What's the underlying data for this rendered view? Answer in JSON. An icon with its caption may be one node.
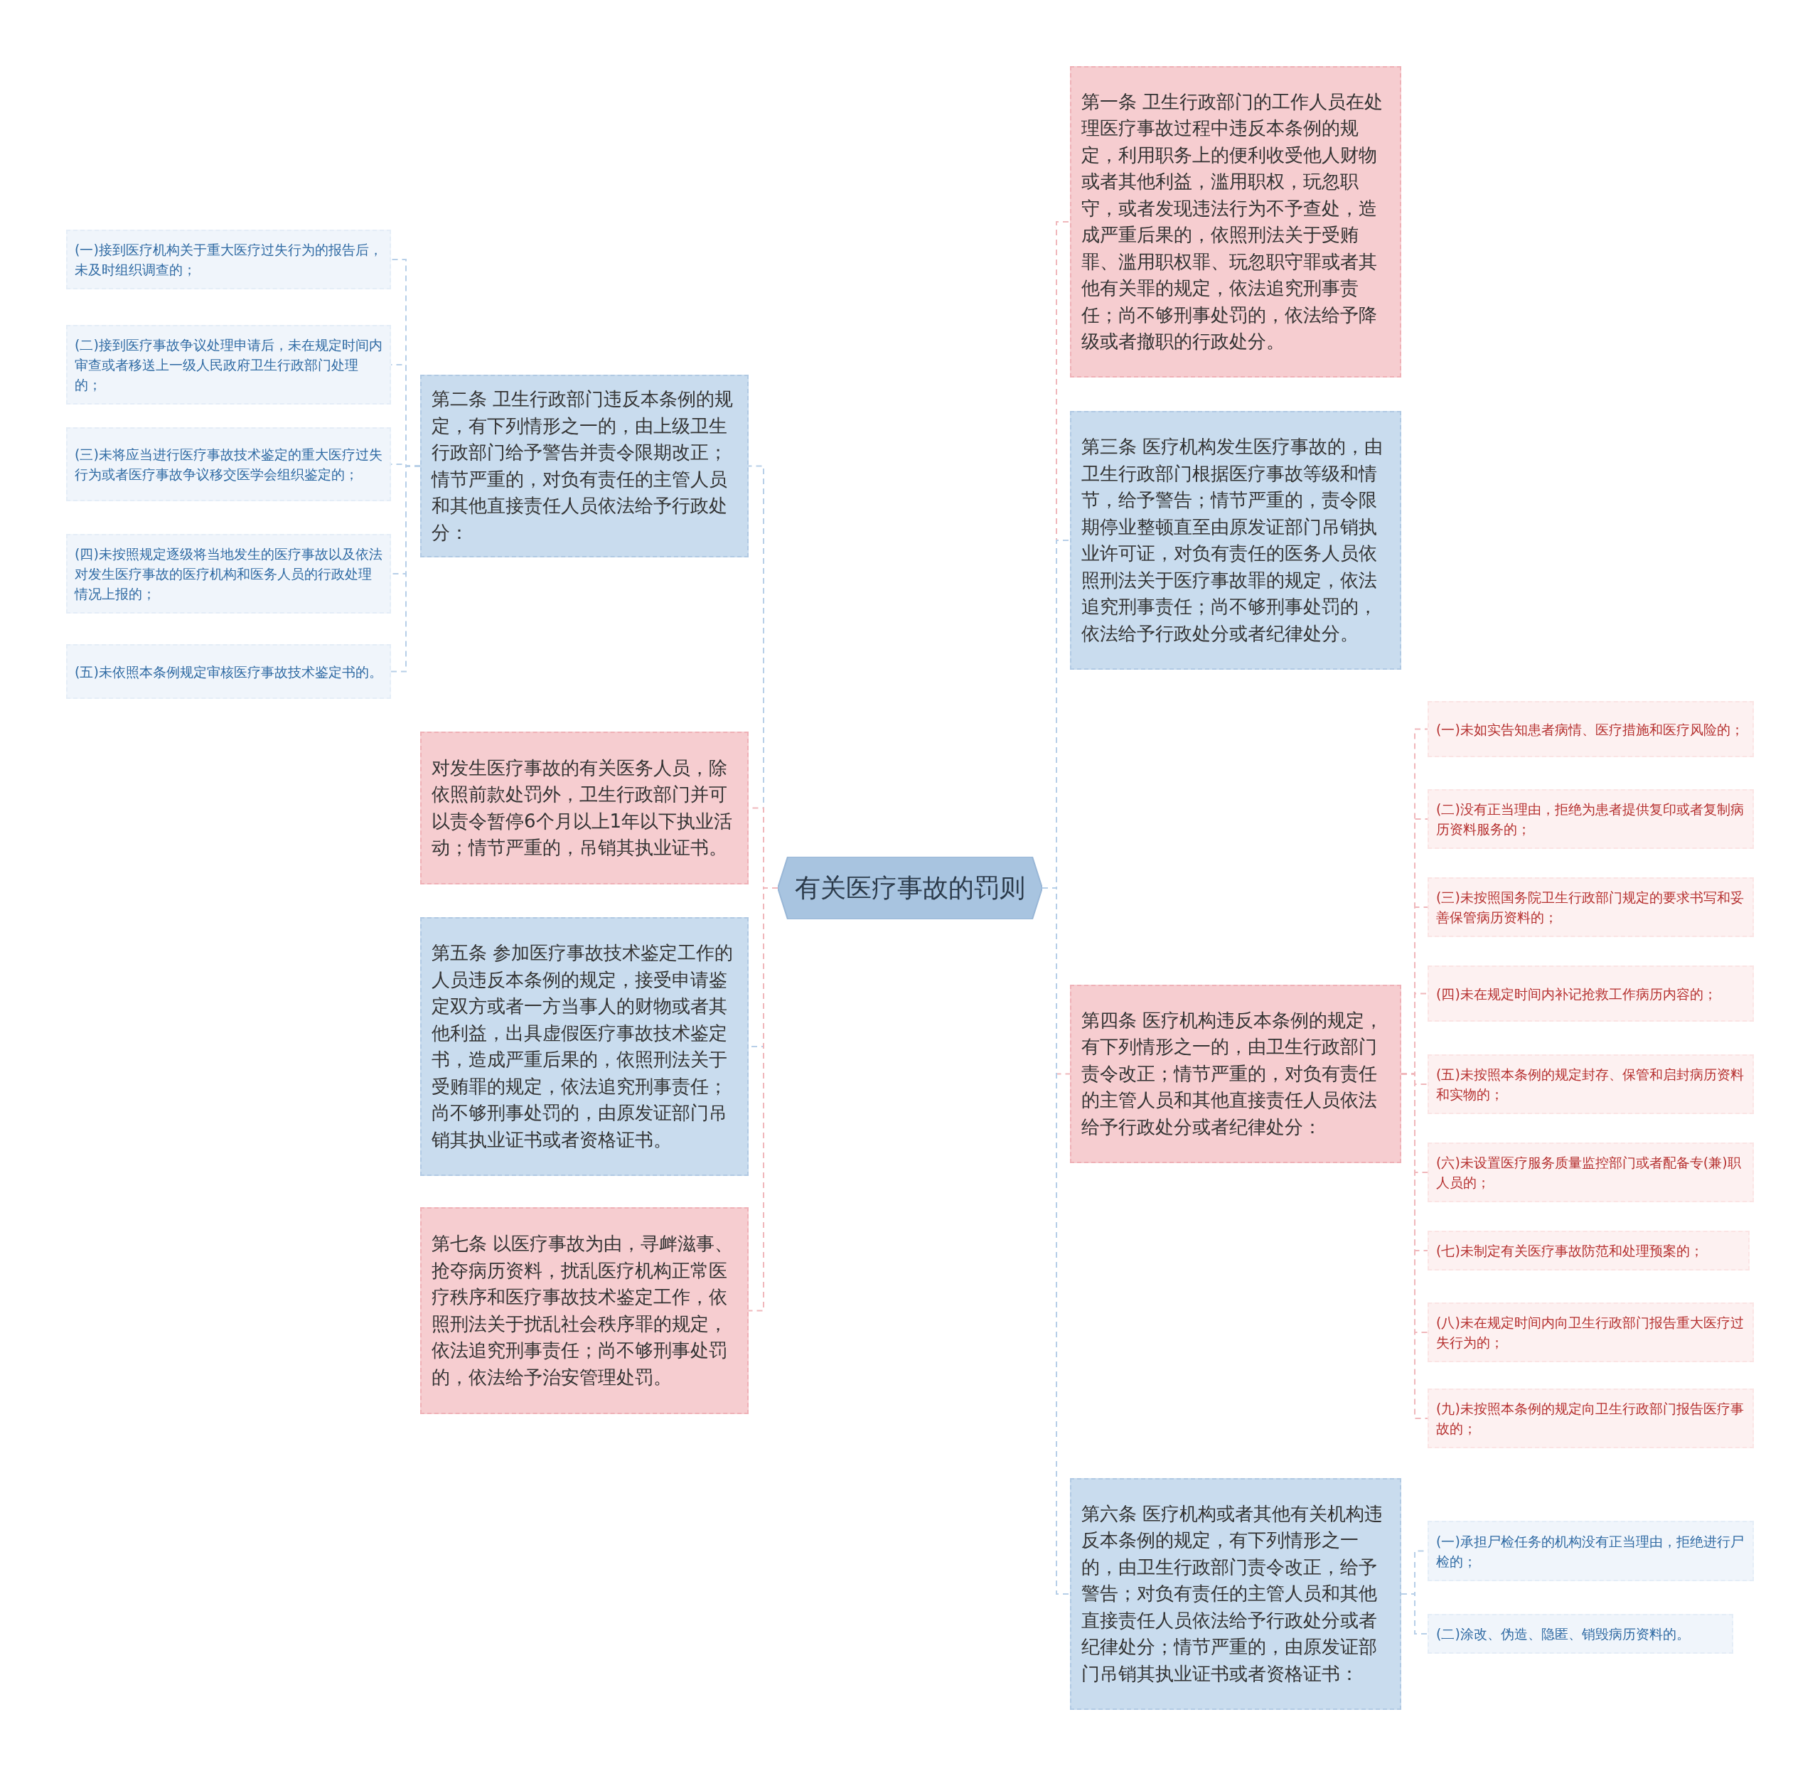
{
  "diagram": {
    "nodes": [
      {
        "text": [
          "有关医疗事故的罚则"
        ]
      },
      {
        "text": [
          "第二条 卫生行政部门违反本条例的规定，有下列情形之一的，由上级卫生行政部门给予警告并责令限期改正；情节严重的，对负有责任的主管人员和其他直接责任人员依法给予行政处分："
        ]
      },
      {
        "text": [
          "(一)接到医疗机构关于重大医疗过失行为的报告后，未及时组织调查的；"
        ]
      },
      {
        "text": [
          "(二)接到医疗事故争议处理申请后，未在规定时间内审查或者移送上一级人民政府卫生行政部门处理的；"
        ]
      },
      {
        "text": [
          "(三)未将应当进行医疗事故技术鉴定的重大医疗过失行为或者医疗事故争议移交医学会组织鉴定的；"
        ]
      },
      {
        "text": [
          "(四)未按照规定逐级将当地发生的医疗事故以及依法对发生医疗事故的医疗机构和医务人员的行政处理情况上报的；"
        ]
      },
      {
        "text": [
          "(五)未依照本条例规定审核医疗事故技术鉴定书的。"
        ]
      },
      {
        "text": [
          "对发生医疗事故的有关医务人员，除依照前款处罚外，卫生行政部门并可以责令暂停6个月以上1年以下执业活动；情节严重的，吊销其执业证书。"
        ]
      },
      {
        "text": [
          "第五条 参加医疗事故技术鉴定工作的人员违反本条例的规定，接受申请鉴定双方或者一方当事人的财物或者其他利益，出具虚假医疗事故技术鉴定书，造成严重后果的，依照刑法关于受贿罪的规定，依法追究刑事责任；尚不够刑事处罚的，由原发证部门吊销其执业证书或者资格证书。"
        ]
      },
      {
        "text": [
          "第七条 以医疗事故为由，寻衅滋事、抢夺病历资料，扰乱医疗机构正常医疗秩序和医疗事故技术鉴定工作，依照刑法关于扰乱社会秩序罪的规定，依法追究刑事责任；尚不够刑事处罚的，依法给予治安管理处罚。"
        ]
      },
      {
        "text": [
          "第一条 卫生行政部门的工作人员在处理医疗事故过程中违反本条例的规定，利用职务上的便利收受他人财物或者其他利益，滥用职权，玩忽职守，或者发现违法行为不予查处，造成严重后果的，依照刑法关于受贿罪、滥用职权罪、玩忽职守罪或者其他有关罪的规定，依法追究刑事责任；尚不够刑事处罚的，依法给予降级或者撤职的行政处分。"
        ]
      },
      {
        "text": [
          "第三条 医疗机构发生医疗事故的，由卫生行政部门根据医疗事故等级和情节，给予警告；情节严重的，责令限期停业整顿直至由原发证部门吊销执业许可证，对负有责任的医务人员依照刑法关于医疗事故罪的规定，依法追究刑事责任；尚不够刑事处罚的，依法给予行政处分或者纪律处分。"
        ]
      },
      {
        "text": [
          "第四条 医疗机构违反本条例的规定，有下列情形之一的，由卫生行政部门责令改正；情节严重的，对负有责任的主管人员和其他直接责任人员依法给予行政处分或者纪律处分："
        ]
      },
      {
        "text": [
          "(一)未如实告知患者病情、医疗措施和医疗风险的；"
        ]
      },
      {
        "text": [
          "(二)没有正当理由，拒绝为患者提供复印或者复制病历资料服务的；"
        ]
      },
      {
        "text": [
          "(三)未按照国务院卫生行政部门规定的要求书写和妥善保管病历资料的；"
        ]
      },
      {
        "text": [
          "(四)未在规定时间内补记抢救工作病历内容的；"
        ]
      },
      {
        "text": [
          "(五)未按照本条例的规定封存、保管和启封病历资料和实物的；"
        ]
      },
      {
        "text": [
          "(六)未设置医疗服务质量监控部门或者配备专(兼)职人员的；"
        ]
      },
      {
        "text": [
          "(七)未制定有关医疗事故防范和处理预案的；"
        ]
      },
      {
        "text": [
          "(八)未在规定时间内向卫生行政部门报告重大医疗过失行为的；"
        ]
      },
      {
        "text": [
          "(九)未按照本条例的规定向卫生行政部门报告医疗事故的；"
        ]
      },
      {
        "text": [
          "第六条 医疗机构或者其他有关机构违反本条例的规定，有下列情形之一的，由卫生行政部门责令改正，给予警告；对负有责任的主管人员和其他直接责任人员依法给予行政处分或者纪律处分；情节严重的，由原发证部门吊销其执业证书或者资格证书："
        ]
      },
      {
        "text": [
          "(一)承担尸检任务的机构没有正当理由，拒绝进行尸检的；"
        ]
      },
      {
        "text": [
          "(二)涂改、伪造、隐匿、销毁病历资料的。"
        ]
      }
    ],
    "edges": [
      {
        "from": 0,
        "to": 1,
        "arrow": "none",
        "style": "dashed",
        "color": "#b7cfe8"
      },
      {
        "from": 1,
        "to": 2,
        "arrow": "none",
        "style": "dashed",
        "color": "#b7cfe8"
      },
      {
        "from": 1,
        "to": 3,
        "arrow": "none",
        "style": "dashed",
        "color": "#b7cfe8"
      },
      {
        "from": 1,
        "to": 4,
        "arrow": "none",
        "style": "dashed",
        "color": "#b7cfe8"
      },
      {
        "from": 1,
        "to": 5,
        "arrow": "none",
        "style": "dashed",
        "color": "#b7cfe8"
      },
      {
        "from": 1,
        "to": 6,
        "arrow": "none",
        "style": "dashed",
        "color": "#b7cfe8"
      },
      {
        "from": 0,
        "to": 7,
        "arrow": "none",
        "style": "dashed"
      },
      {
        "from": 0,
        "to": 8,
        "arrow": "none",
        "style": "dashed",
        "color": "#b7cfe8"
      },
      {
        "from": 0,
        "to": 9,
        "arrow": "none",
        "style": "dashed"
      },
      {
        "from": 0,
        "to": 10,
        "arrow": "none",
        "style": "dashed"
      },
      {
        "from": 0,
        "to": 11,
        "arrow": "none",
        "style": "dashed",
        "color": "#b7cfe8"
      },
      {
        "from": 0,
        "to": 12,
        "arrow": "none",
        "style": "dashed"
      },
      {
        "from": 12,
        "to": 13,
        "arrow": "none",
        "style": "dashed"
      },
      {
        "from": 12,
        "to": 14,
        "arrow": "none",
        "style": "dashed"
      },
      {
        "from": 12,
        "to": 15,
        "arrow": "none",
        "style": "dashed"
      },
      {
        "from": 12,
        "to": 16,
        "arrow": "none",
        "style": "dashed"
      },
      {
        "from": 12,
        "to": 17,
        "arrow": "none",
        "style": "dashed"
      },
      {
        "from": 12,
        "to": 18,
        "arrow": "none",
        "style": "dashed"
      },
      {
        "from": 12,
        "to": 19,
        "arrow": "none",
        "style": "dashed"
      },
      {
        "from": 12,
        "to": 20,
        "arrow": "none",
        "style": "dashed"
      },
      {
        "from": 12,
        "to": 21,
        "arrow": "none",
        "style": "dashed"
      },
      {
        "from": 0,
        "to": 22,
        "arrow": "none",
        "style": "dashed",
        "color": "#b7cfe8"
      },
      {
        "from": 22,
        "to": 23,
        "arrow": "none",
        "style": "dashed",
        "color": "#b7cfe8"
      },
      {
        "from": 22,
        "to": 24,
        "arrow": "none",
        "style": "dashed",
        "color": "#b7cfe8"
      }
    ]
  }
}
